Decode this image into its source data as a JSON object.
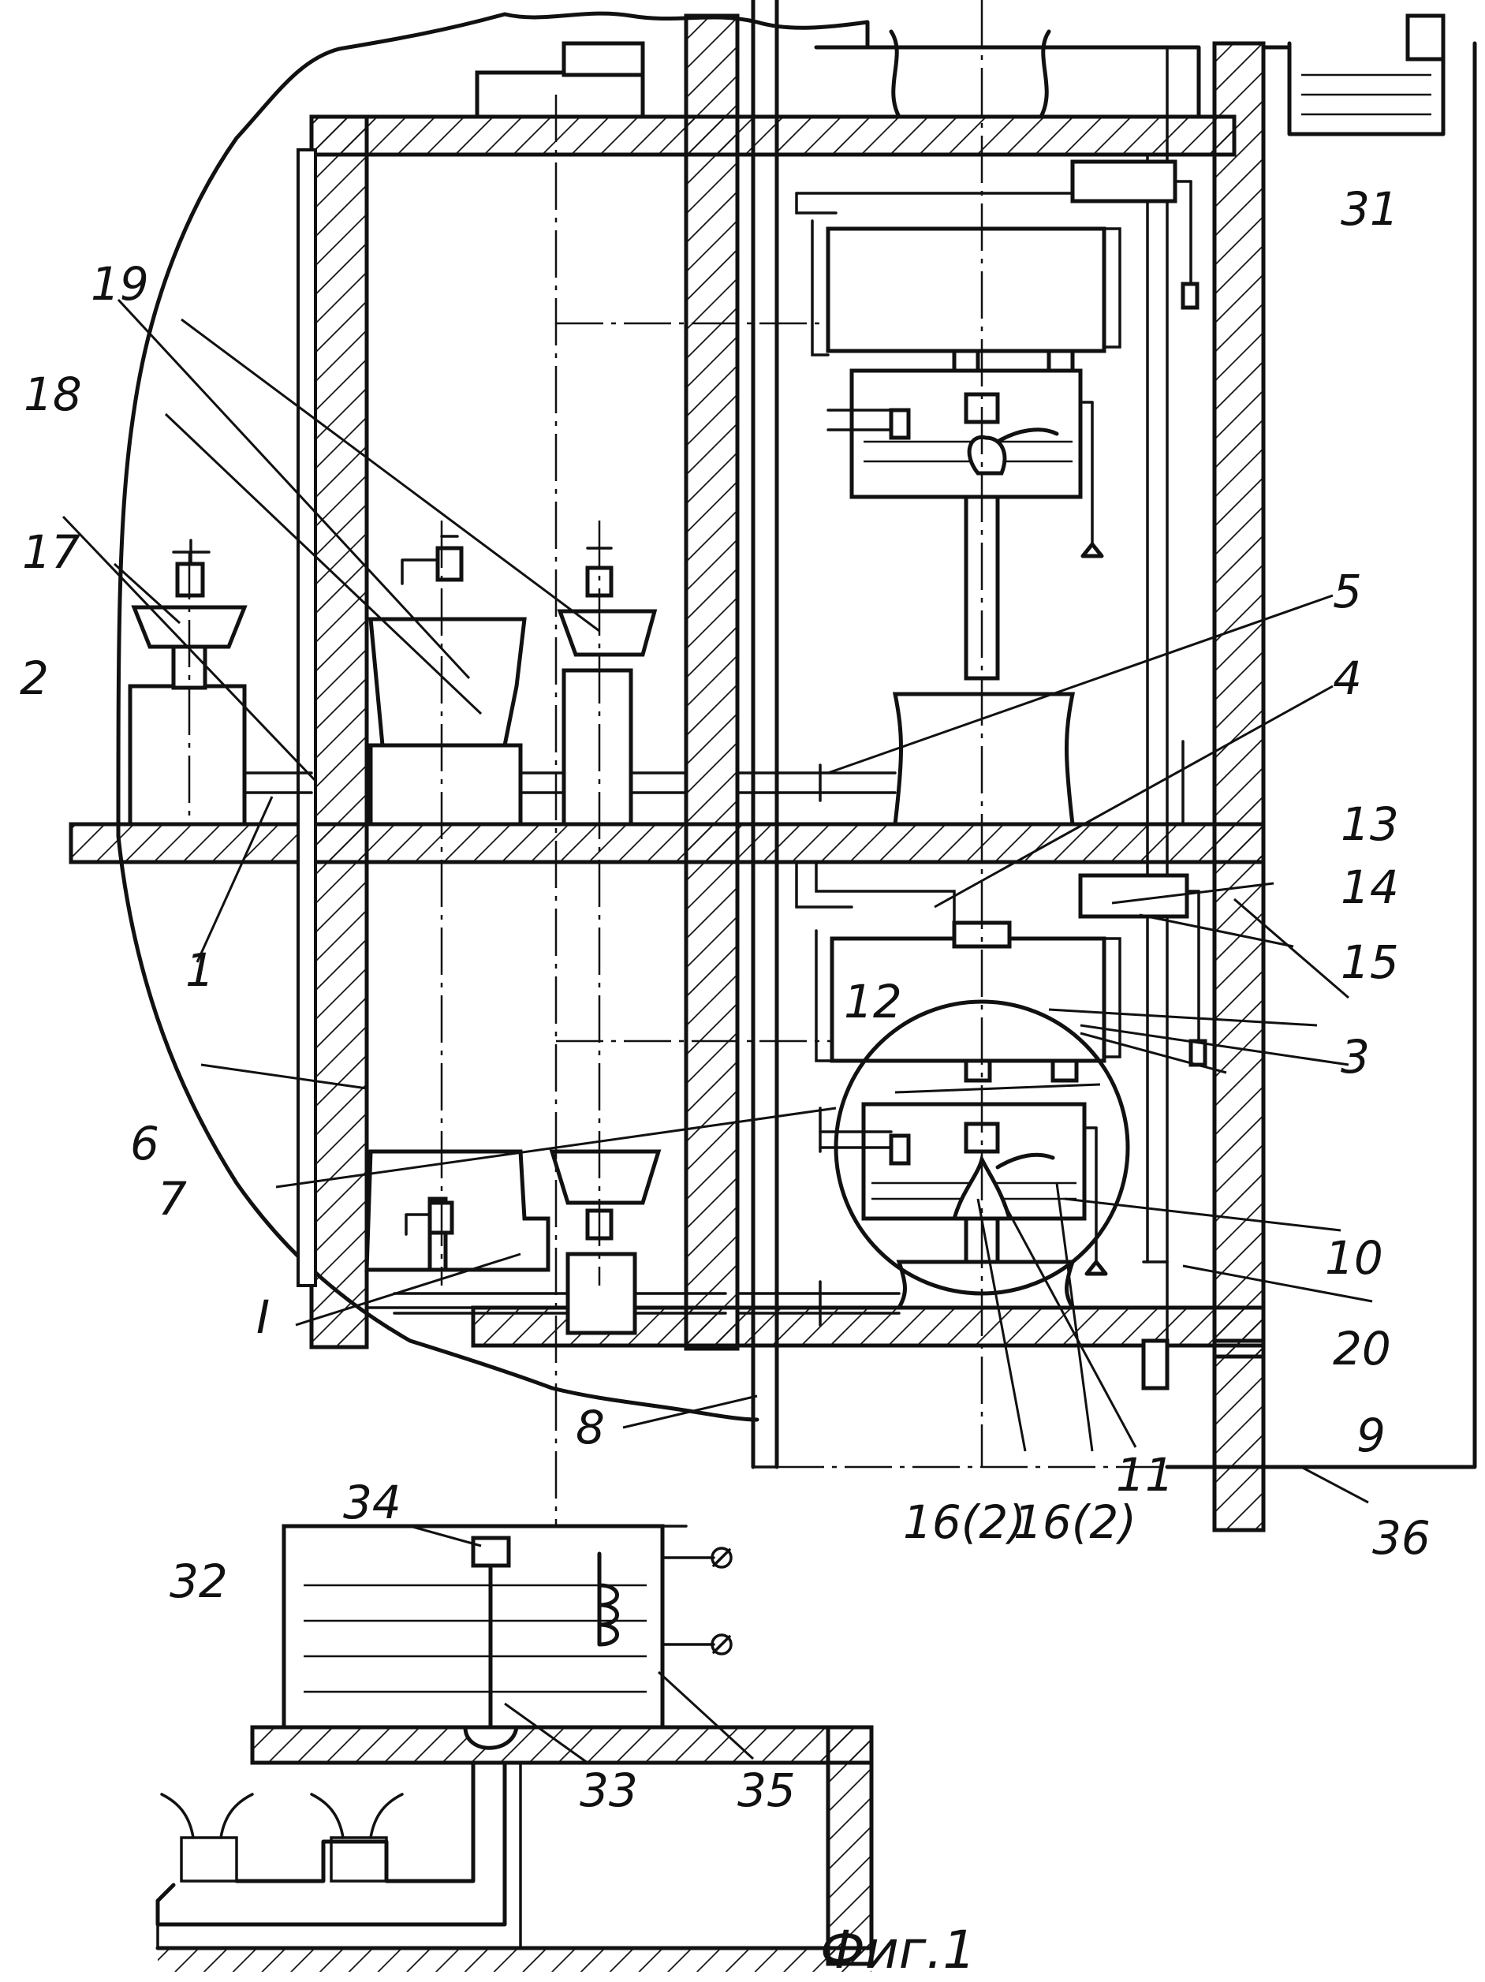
{
  "figure": {
    "caption": "Фиг.1",
    "labels": {
      "l1": "1",
      "l2": "2",
      "l3": "3",
      "l4": "4",
      "l5": "5",
      "l6": "6",
      "l7": "7",
      "l8": "8",
      "l9": "9",
      "l10": "10",
      "l11": "11",
      "l12": "12",
      "l13": "13",
      "l14": "14",
      "l15": "15",
      "l16a": "16(2)",
      "l16b": "16(2)",
      "l17": "17",
      "l18": "18",
      "l19": "19",
      "l20": "20",
      "lI": "I",
      "l31": "31",
      "l32": "32",
      "l33": "33",
      "l34": "34",
      "l35": "35",
      "l36": "36"
    }
  }
}
